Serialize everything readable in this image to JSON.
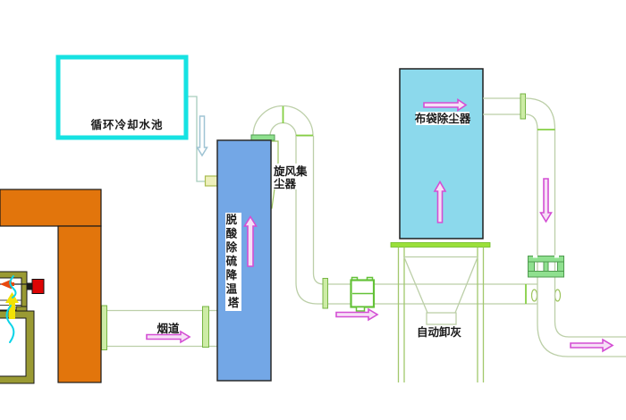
{
  "labels": {
    "cooling_pool": "循环冷却水池",
    "cyclone_line1": "旋风集",
    "cyclone_line2": "尘器",
    "tower_chars": [
      "脱",
      "酸",
      "除",
      "硫",
      "降",
      "温",
      "塔"
    ],
    "bag_filter": "布袋除尘器",
    "flue": "烟道",
    "ash_discharge": "自动卸灰"
  },
  "colors": {
    "tower_blue": "#73a7e6",
    "bag_filter_blue": "#8cd9ec",
    "furnace_orange": "#e2750c",
    "pool_cyan": "#16e2e2",
    "pipe_green": "#bccfa8",
    "flange_green": "#cdeca6",
    "accent_green": "#86cf44",
    "arrow_magenta": "#d44fd4",
    "frame_olive": "#9a9a33",
    "burner_red": "#dd0505",
    "flame_yellow": "#f2e205",
    "flame_cyan": "#0cd4e8"
  }
}
